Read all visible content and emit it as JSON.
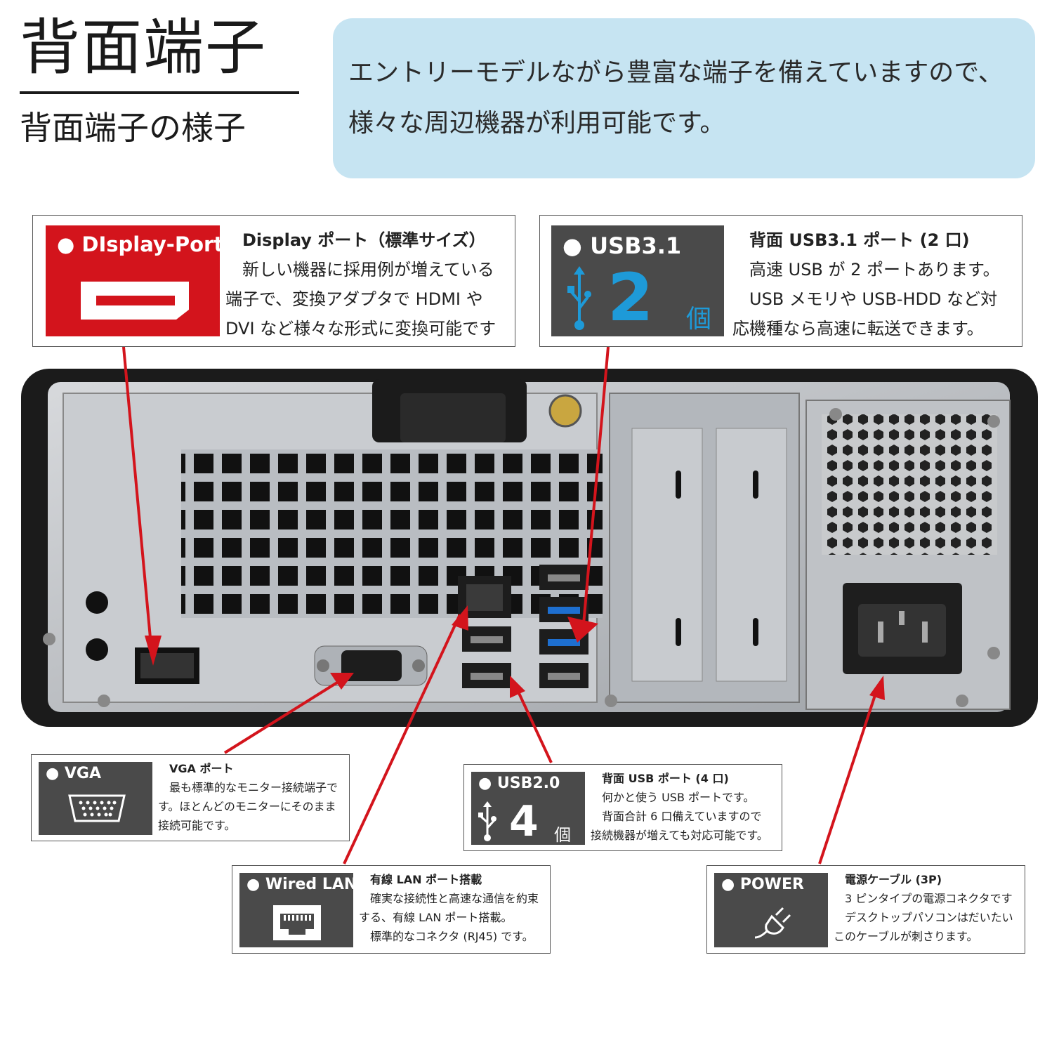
{
  "header": {
    "title": "背面端子",
    "subtitle": "背面端子の様子",
    "intro_lines": [
      "エントリーモデルながら豊富な端子を備えていますので、",
      "様々な周辺機器が利用可能です。"
    ]
  },
  "callouts": {
    "displayport": {
      "badge": "● DIsplay-Port",
      "title": "Display ポート（標準サイズ）",
      "lines": [
        "　新しい機器に採用例が増えている",
        "端子で、変換アダプタで HDMI や",
        "DVI など様々な形式に変換可能です"
      ]
    },
    "usb31": {
      "badge": "● USB3.1",
      "count": "2",
      "count_unit": "個",
      "title": "背面 USB3.1 ポート (2 口)",
      "lines": [
        "　高速 USB が 2 ポートあります。",
        "　USB メモリや USB-HDD など対",
        "応機種なら高速に転送できます。"
      ]
    },
    "vga": {
      "badge": "● VGA",
      "title": "VGA ポート",
      "lines": [
        "　最も標準的なモニター接続端子で",
        "す。ほとんどのモニターにそのまま",
        "接続可能です。"
      ]
    },
    "usb20": {
      "badge": "● USB2.0",
      "count": "4",
      "count_unit": "個",
      "title": "背面 USB ポート (4 口)",
      "lines": [
        "　何かと使う USB ポートです。",
        "　背面合計 6 口備えていますので",
        "接続機器が増えても対応可能です。"
      ]
    },
    "lan": {
      "badge": "● Wired LAN",
      "title": "有線 LAN ポート搭載",
      "lines": [
        "　確実な接続性と高速な通信を約束",
        "する、有線 LAN ポート搭載。",
        "　標準的なコネクタ (RJ45) です。"
      ]
    },
    "power": {
      "badge": "● POWER",
      "title": "電源ケーブル (3P)",
      "lines": [
        "　3 ピンタイプの電源コネクタです",
        "　デスクトップパソコンはだいたい",
        "このケーブルが刺さります。"
      ]
    }
  },
  "colors": {
    "accent_red": "#d3141c",
    "badge_gray": "#4a4a4a",
    "intro_bg": "#c6e4f2",
    "usb31_blue": "#1e9ad8"
  }
}
